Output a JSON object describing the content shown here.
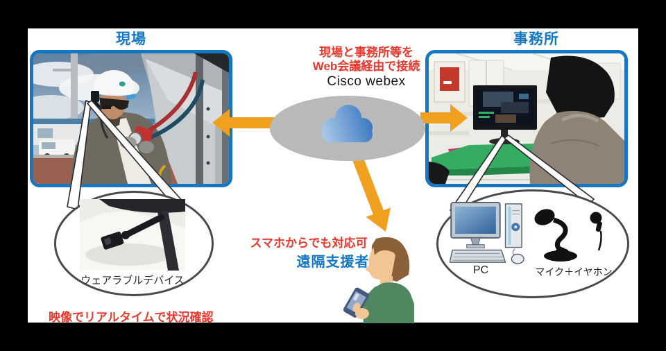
{
  "site": {
    "title": "現場"
  },
  "office": {
    "title": "事務所"
  },
  "connection": {
    "note_line1": "現場と事務所等を",
    "note_line2": "Web会議経由で接続",
    "platform": "Cisco webex"
  },
  "supporter": {
    "smartphone_note": "スマホからでも対応可",
    "label": "遠隔支援者"
  },
  "wearable": {
    "label": "ウェアラブルデバイス",
    "realtime_note": "映像でリアルタイムで状況確認"
  },
  "office_equipment": {
    "pc_label": "PC",
    "mic_label": "マイク＋イヤホン"
  },
  "icons": {
    "cloud": "cloud-icon",
    "arrow_left": "arrow-left-icon",
    "arrow_right": "arrow-right-icon",
    "arrow_down": "arrow-down-icon",
    "pc": "pc-icon",
    "microphone": "microphone-icon",
    "earphone": "earphone-icon",
    "supporter_person": "person-with-smartphone-icon"
  },
  "colors": {
    "accent_blue": "#1577C2",
    "alert_red": "#E8382D",
    "arrow_orange": "#F0A01E",
    "cloud_gray": "#B9B9B9",
    "cloud_blue": "#2C6DBC",
    "background": "#000000",
    "panel": "#FFFFFF"
  }
}
